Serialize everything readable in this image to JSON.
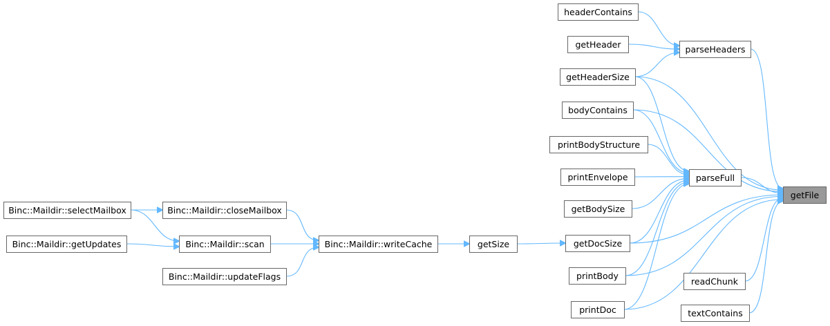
{
  "colors": {
    "edge": "#63b8ff",
    "node_border": "#666666",
    "node_fill": "#ffffff",
    "focus_fill": "#999999",
    "text": "#000000"
  },
  "nodes": [
    {
      "id": "getFile",
      "label": "getFile",
      "focus": true
    },
    {
      "id": "parseHeaders",
      "label": "parseHeaders"
    },
    {
      "id": "parseFull",
      "label": "parseFull"
    },
    {
      "id": "readChunk",
      "label": "readChunk"
    },
    {
      "id": "textContains",
      "label": "textContains"
    },
    {
      "id": "headerContains",
      "label": "headerContains"
    },
    {
      "id": "getHeader",
      "label": "getHeader"
    },
    {
      "id": "getHeaderSize",
      "label": "getHeaderSize"
    },
    {
      "id": "bodyContains",
      "label": "bodyContains"
    },
    {
      "id": "printBodyStructure",
      "label": "printBodyStructure"
    },
    {
      "id": "printEnvelope",
      "label": "printEnvelope"
    },
    {
      "id": "getBodySize",
      "label": "getBodySize"
    },
    {
      "id": "getDocSize",
      "label": "getDocSize"
    },
    {
      "id": "printBody",
      "label": "printBody"
    },
    {
      "id": "printDoc",
      "label": "printDoc"
    },
    {
      "id": "getSize",
      "label": "getSize"
    },
    {
      "id": "writeCache",
      "label": "Binc::Maildir::writeCache"
    },
    {
      "id": "closeMailbox",
      "label": "Binc::Maildir::closeMailbox"
    },
    {
      "id": "scan",
      "label": "Binc::Maildir::scan"
    },
    {
      "id": "updateFlags",
      "label": "Binc::Maildir::updateFlags"
    },
    {
      "id": "selectMailbox",
      "label": "Binc::Maildir::selectMailbox"
    },
    {
      "id": "getUpdates",
      "label": "Binc::Maildir::getUpdates"
    }
  ],
  "edges": [
    {
      "from": "parseHeaders",
      "to": "getFile"
    },
    {
      "from": "getHeaderSize",
      "to": "getFile"
    },
    {
      "from": "bodyContains",
      "to": "getFile"
    },
    {
      "from": "parseFull",
      "to": "getFile"
    },
    {
      "from": "getDocSize",
      "to": "getFile"
    },
    {
      "from": "printBody",
      "to": "getFile"
    },
    {
      "from": "readChunk",
      "to": "getFile"
    },
    {
      "from": "printDoc",
      "to": "getFile"
    },
    {
      "from": "textContains",
      "to": "getFile"
    },
    {
      "from": "headerContains",
      "to": "parseHeaders"
    },
    {
      "from": "getHeader",
      "to": "parseHeaders"
    },
    {
      "from": "getHeaderSize",
      "to": "parseHeaders"
    },
    {
      "from": "getHeaderSize",
      "to": "parseFull"
    },
    {
      "from": "bodyContains",
      "to": "parseFull"
    },
    {
      "from": "printBodyStructure",
      "to": "parseFull"
    },
    {
      "from": "printEnvelope",
      "to": "parseFull"
    },
    {
      "from": "getBodySize",
      "to": "parseFull"
    },
    {
      "from": "getDocSize",
      "to": "parseFull"
    },
    {
      "from": "printBody",
      "to": "parseFull"
    },
    {
      "from": "printDoc",
      "to": "parseFull"
    },
    {
      "from": "getSize",
      "to": "getDocSize"
    },
    {
      "from": "writeCache",
      "to": "getSize"
    },
    {
      "from": "closeMailbox",
      "to": "writeCache"
    },
    {
      "from": "scan",
      "to": "writeCache"
    },
    {
      "from": "updateFlags",
      "to": "writeCache"
    },
    {
      "from": "selectMailbox",
      "to": "closeMailbox"
    },
    {
      "from": "selectMailbox",
      "to": "scan"
    },
    {
      "from": "getUpdates",
      "to": "scan"
    }
  ]
}
